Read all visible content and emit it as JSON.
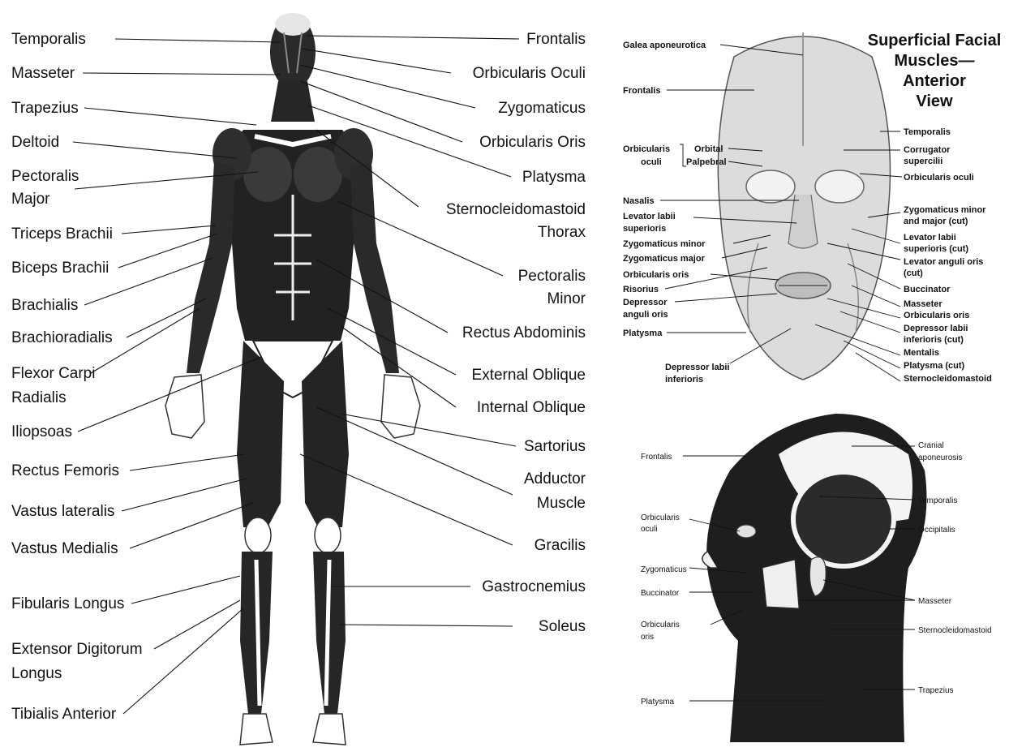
{
  "full_body": {
    "left_labels": [
      "Temporalis",
      "Masseter",
      "Trapezius",
      "Deltoid",
      "Pectoralis",
      "Major",
      "Triceps Brachii",
      "Biceps Brachii",
      "Brachialis",
      "Brachioradialis",
      "Flexor Carpi",
      "Radialis",
      "Iliopsoas",
      "Rectus Femoris",
      "Vastus lateralis",
      "Vastus Medialis",
      "Fibularis Longus",
      "Extensor Digitorum",
      "Longus",
      "Tibialis Anterior"
    ],
    "right_labels": [
      "Frontalis",
      "Orbicularis Oculi",
      "Zygomaticus",
      "Orbicularis Oris",
      "Platysma",
      "Sternocleidomastoid",
      "Thorax",
      "Pectoralis",
      "Minor",
      "Rectus Abdominis",
      "External Oblique",
      "Internal Oblique",
      "Sartorius",
      "Adductor",
      "Muscle",
      "Gracilis",
      "Gastrocnemius",
      "Soleus"
    ]
  },
  "face_anterior": {
    "title_lines": [
      "Superficial Facial",
      "Muscles—",
      "Anterior",
      "View"
    ],
    "left_labels": [
      "Galea aponeurotica",
      "Frontalis",
      "Orbicularis",
      "oculi",
      "Orbital",
      "Palpebral",
      "Nasalis",
      "Levator labii",
      "superioris",
      "Zygomaticus minor",
      "Zygomaticus major",
      "Orbicularis oris",
      "Risorius",
      "Depressor",
      "anguli oris",
      "Platysma",
      "Depressor labii",
      "inferioris"
    ],
    "right_labels": [
      "Temporalis",
      "Corrugator",
      "supercilii",
      "Orbicularis oculi",
      "Zygomaticus minor",
      "and major (cut)",
      "Levator labii",
      "superioris (cut)",
      "Levator anguli oris",
      "(cut)",
      "Buccinator",
      "Masseter",
      "Orbicularis oris",
      "Depressor labii",
      "inferioris (cut)",
      "Mentalis",
      "Platysma (cut)",
      "Sternocleidomastoid"
    ]
  },
  "head_lateral": {
    "left_labels": [
      "Frontalis",
      "Orbicularis",
      "oculi",
      "Zygomaticus",
      "Buccinator",
      "Orbicularis",
      "oris",
      "Platysma"
    ],
    "right_labels": [
      "Cranial",
      "aponeurosis",
      "Temporalis",
      "Occipitalis",
      "Masseter",
      "Sternocleidomastoid",
      "Trapezius"
    ]
  }
}
